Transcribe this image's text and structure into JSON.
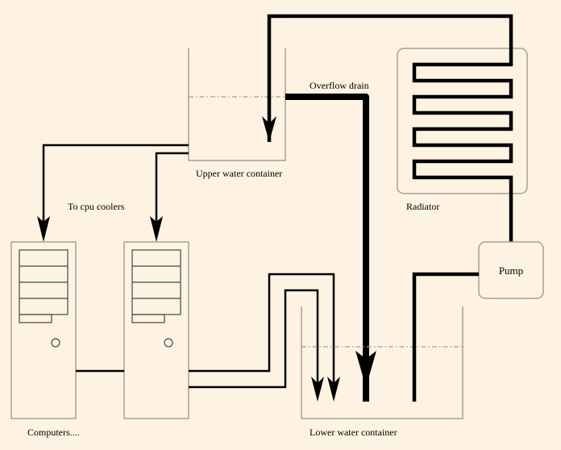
{
  "title": "Water cooling loop diagram",
  "labels": {
    "overflow_drain": "Overflow drain",
    "upper_container": "Upper water container",
    "to_cpu_coolers": "To cpu coolers",
    "radiator": "Radiator",
    "pump": "Pump",
    "computers": "Computers....",
    "lower_container": "Lower water container"
  },
  "colors": {
    "background": "#fef3e3",
    "pipe": "#000000",
    "outline": "#a89e91"
  },
  "components": [
    {
      "id": "upper-container",
      "label": "Upper water container"
    },
    {
      "id": "lower-container",
      "label": "Lower water container"
    },
    {
      "id": "radiator",
      "label": "Radiator"
    },
    {
      "id": "pump",
      "label": "Pump"
    },
    {
      "id": "computer-1",
      "label": "Computers...."
    },
    {
      "id": "computer-2",
      "label": ""
    }
  ]
}
